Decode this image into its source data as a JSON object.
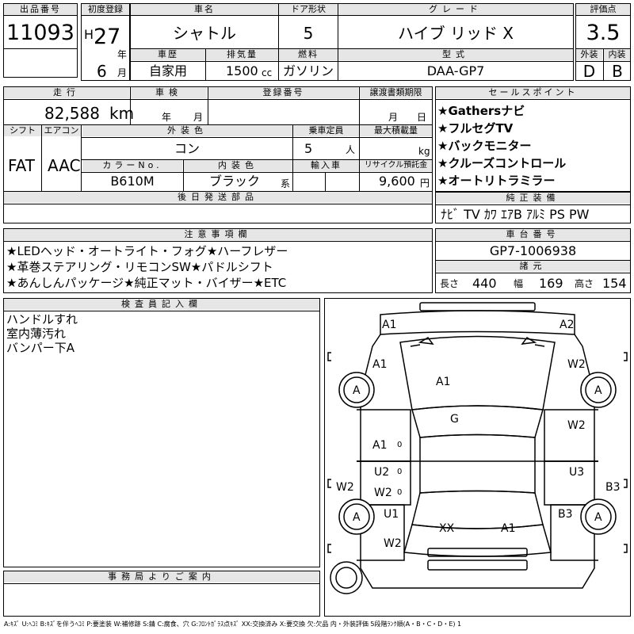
{
  "header": {
    "lot_label": "出品番号",
    "lot_no": "11093",
    "first_reg_label": "初度登録",
    "era_letter": "H",
    "year": "27",
    "year_unit": "年",
    "month": "6",
    "month_unit": "月",
    "car_name_label": "車名",
    "car_name": "シャトル",
    "doors_label": "ドア形状",
    "doors": "5",
    "grade_label": "グレード",
    "grade": "ハイブ リッド X",
    "score_label": "評価点",
    "score": "3.5",
    "exterior_label": "外装",
    "exterior": "D",
    "interior_label": "内装",
    "interior": "B",
    "history_label": "車歴",
    "history": "自家用",
    "displacement_label": "排気量",
    "displacement": "1500",
    "displacement_unit": "cc",
    "fuel_label": "燃料",
    "fuel": "ガソリン",
    "model_label": "型式",
    "model": "DAA-GP7"
  },
  "info": {
    "mileage_label": "走行",
    "mileage": "82,588",
    "mileage_unit": "km",
    "inspection_label": "車検",
    "inspection_year_unit": "年",
    "inspection_month_unit": "月",
    "reg_no_label": "登録番号",
    "transfer_label": "譲渡書類期限",
    "transfer_month_unit": "月",
    "transfer_day_unit": "日",
    "shift_label": "シフト",
    "shift": "FAT",
    "ac_label": "エアコン",
    "ac": "AAC",
    "ext_color_label": "外装色",
    "ext_color": "コン",
    "capacity_label": "乗車定員",
    "capacity": "5",
    "capacity_unit": "人",
    "max_load_label": "最大積載量",
    "max_load_unit": "kg",
    "color_no_label": "カラーNo.",
    "color_no": "B610M",
    "int_color_label": "内装色",
    "int_color": "ブラック",
    "int_color_suffix": "系",
    "import_label": "輸入車",
    "recycle_label": "リサイクル預託金",
    "recycle": "9,600",
    "recycle_unit": "円",
    "later_parts_label": "後日発送部品"
  },
  "sales_points": {
    "label": "セールスポイント",
    "items": [
      "★Gathersナビ",
      "★フルセグTV",
      "★バックモニター",
      "★クルーズコントロール",
      "★オートリトラミラー"
    ]
  },
  "equipment": {
    "label": "純正装備",
    "value": "ﾅﾋﾞ TV ｶﾜ ｴｱB ｱﾙﾐ PS PW"
  },
  "notes": {
    "label": "注意事項欄",
    "lines": [
      "★LEDヘッド・オートライト・フォグ★ハーフレザー",
      "★革巻ステアリング・リモコンSW★パドルシフト",
      "★あんしんパッケージ★純正マット・バイザー★ETC"
    ]
  },
  "chassis": {
    "label": "車台番号",
    "value": "GP7-1006938"
  },
  "dimensions": {
    "label": "諸元",
    "length_label": "長さ",
    "length": "440",
    "width_label": "幅",
    "width": "169",
    "height_label": "高さ",
    "height": "154"
  },
  "inspector": {
    "label": "検査員記入欄",
    "lines": [
      "ハンドルすれ",
      "室内薄汚れ",
      "バンパー下A"
    ]
  },
  "office": {
    "label": "事務局よりご案内"
  },
  "diagram": {
    "marks": {
      "front_left_top": "A1",
      "front_right_top": "A2",
      "fl_fender": "A1",
      "fr_fender": "W2",
      "hood": "A1",
      "windshield": "G",
      "l_front_door": "A1",
      "r_front_door": "W2",
      "l_rear_door": "U2",
      "l_rear_door_2": "W2",
      "r_rear_door": "U3",
      "l_sill": "W2",
      "r_quarter": "B3",
      "l_rear_fender": "U1",
      "r_rear_fender": "B3",
      "l_rear_low": "W2",
      "roof_rear": "XX",
      "rear_center": "A1",
      "wheel_fl": "A",
      "wheel_fr": "A",
      "wheel_rl": "A",
      "wheel_rr": "A",
      "small_0_a": "0",
      "small_0_b": "0",
      "small_0_c": "0"
    }
  },
  "legend": "A:ｷｽﾞ U:ﾍｺﾐ B:ｷｽﾞを伴うﾍｺﾐ P:要塗装 W:補修跡 S:錆 C:腐食、穴 G:ﾌﾛﾝﾄｶﾞﾗｽ点ｷｽﾞ XX:交換済み X:要交換 欠:欠品 内・外装評価 5段階ﾗﾝｸ順(A・B・C・D・E) 1"
}
